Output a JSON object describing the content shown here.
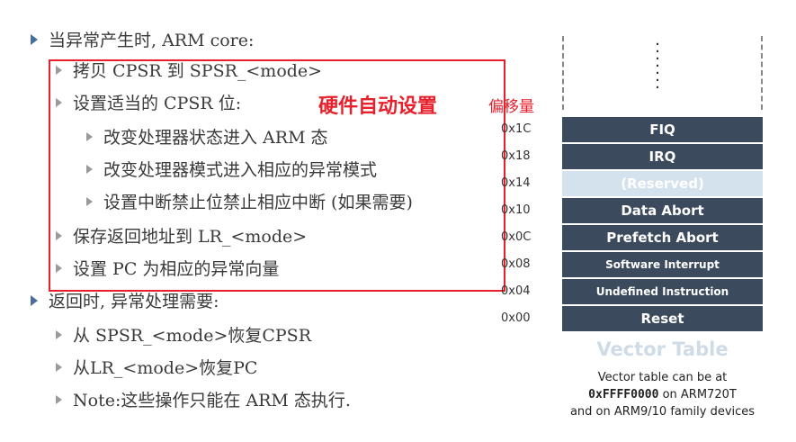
{
  "bullets": {
    "b0": "当异常产生时, ARM core:",
    "b1": "拷贝 CPSR 到 SPSR_<mode>",
    "b2": "设置适当的 CPSR 位:",
    "b3": "改变处理器状态进入 ARM 态",
    "b4": "改变处理器模式进入相应的异常模式",
    "b5": "设置中断禁止位禁止相应中断 (如果需要)",
    "b6": "保存返回地址到 LR_<mode>",
    "b7": "设置 PC 为相应的异常向量",
    "b8": "返回时, 异常处理需要:",
    "b9": "从 SPSR_<mode>恢复CPSR",
    "b10": "从LR_<mode>恢复PC",
    "b11": "Note:这些操作只能在 ARM 态执行."
  },
  "annotations": {
    "hardware_auto": "硬件自动设置",
    "offset": "偏移量"
  },
  "vector_table": {
    "rows": [
      "FIQ",
      "IRQ",
      "(Reserved)",
      "Data Abort",
      "Prefetch Abort",
      "Software Interrupt",
      "Undefined Instruction",
      "Reset"
    ],
    "addresses": [
      "0x1C",
      "0x18",
      "0x14",
      "0x10",
      "0x0C",
      "0x08",
      "0x04",
      "0x00"
    ],
    "title": "Vector Table",
    "note_line1": "Vector table can be at",
    "note_addr": "0xFFFF0000",
    "note_line2_suffix": " on ARM720T",
    "note_line3": "and on ARM9/10 family devices"
  },
  "colors": {
    "highlight_red": "#e8202c",
    "table_dark": "#3b4a5c",
    "table_reserved": "#d4e2ee"
  }
}
